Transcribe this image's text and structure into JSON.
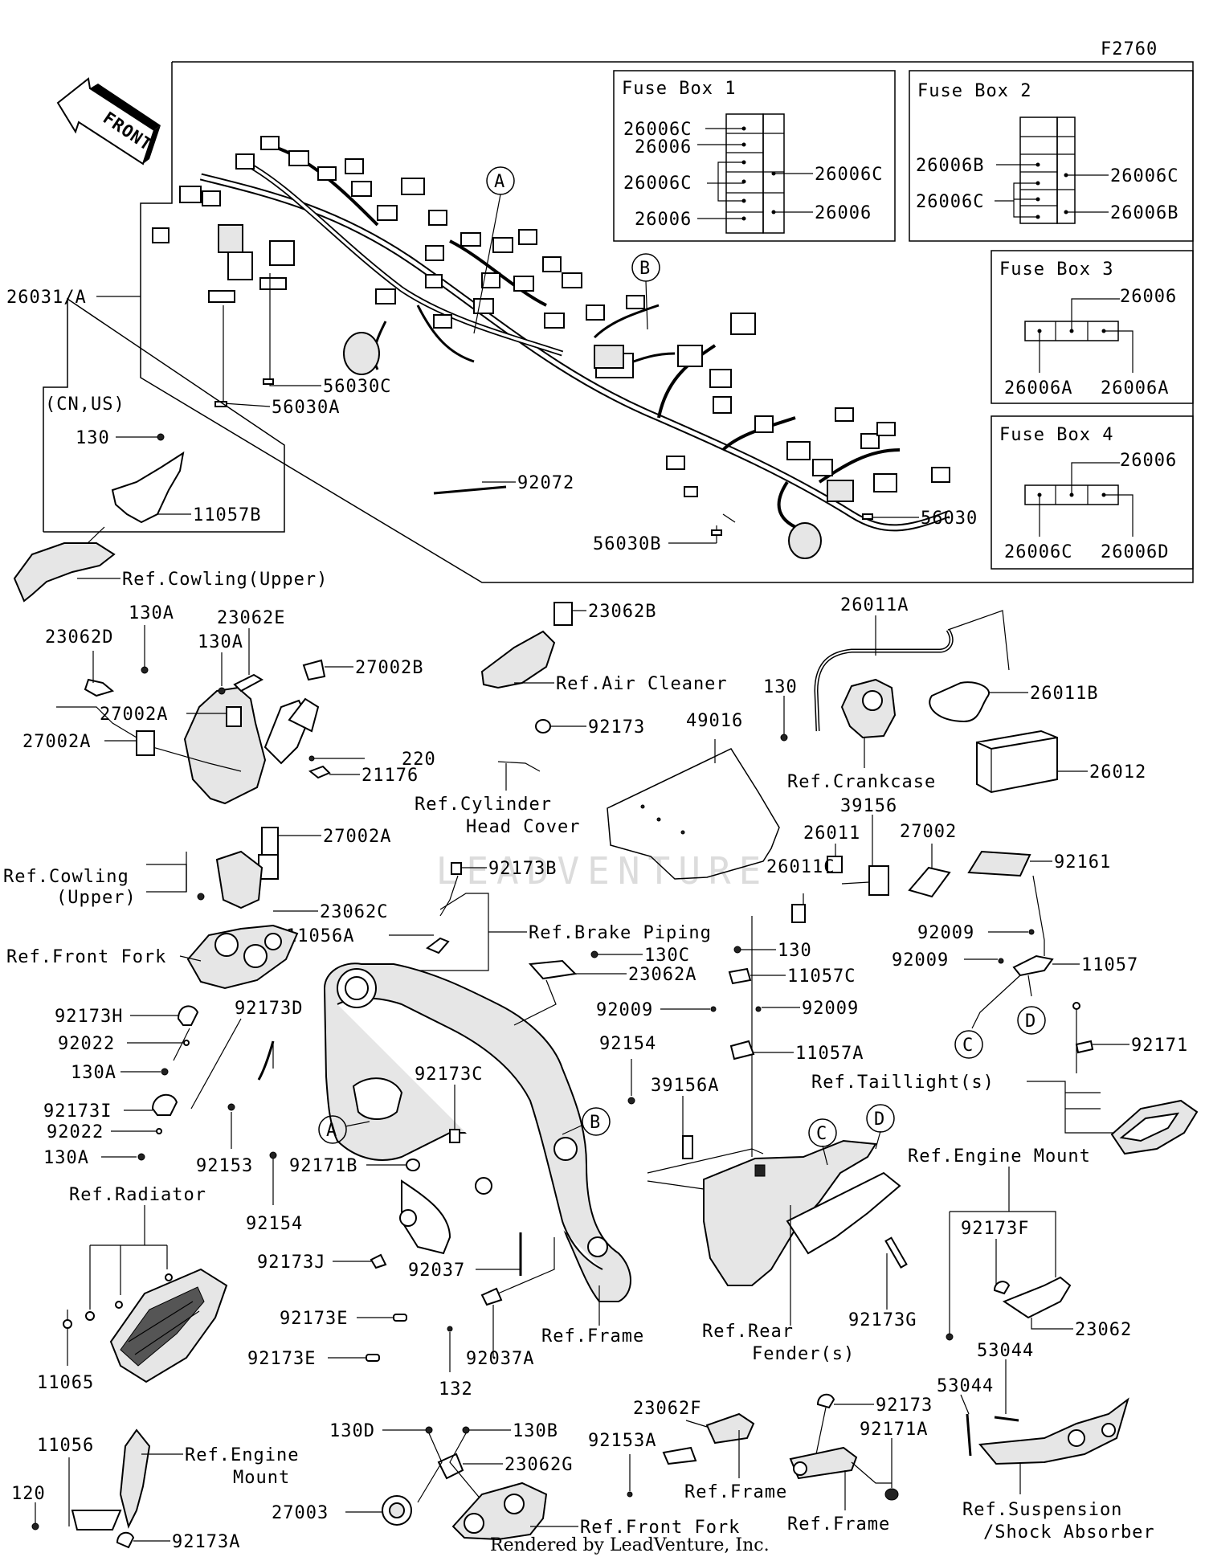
{
  "diagram_code": "F2760",
  "front_label": "FRONT",
  "region_label": "(CN,US)",
  "footer": "Rendered by LeadVenture, Inc.",
  "watermark": "LEADVENTURE",
  "fuse_boxes": {
    "box1": {
      "title": "Fuse Box 1",
      "labels": [
        "26006C",
        "26006",
        "26006C",
        "26006",
        "26006C",
        "26006"
      ]
    },
    "box2": {
      "title": "Fuse Box 2",
      "labels": [
        "26006B",
        "26006C",
        "26006C",
        "26006B"
      ]
    },
    "box3": {
      "title": "Fuse Box 3",
      "labels": [
        "26006",
        "26006A",
        "26006A"
      ]
    },
    "box4": {
      "title": "Fuse Box 4",
      "labels": [
        "26006",
        "26006C",
        "26006D"
      ]
    }
  },
  "callouts": {
    "p26031A": "26031/A",
    "p56030C": "56030C",
    "p56030A": "56030A",
    "p92072": "92072",
    "p56030B": "56030B",
    "p56030": "56030",
    "p130_cn": "130",
    "p11057B": "11057B",
    "ref_cowling_upper_1": "Ref.Cowling(Upper)",
    "p130A_1": "130A",
    "p23062D": "23062D",
    "p23062E": "23062E",
    "p130A_2": "130A",
    "p27002B": "27002B",
    "p27002A_1": "27002A",
    "p27002A_2": "27002A",
    "p220": "220",
    "p21176": "21176",
    "p27002A_3": "27002A",
    "ref_cowling_2a": "Ref.Cowling",
    "ref_cowling_2b": "(Upper)",
    "p23062C": "23062C",
    "p23062B": "23062B",
    "ref_air_cleaner": "Ref.Air Cleaner",
    "p92173": "92173",
    "ref_cyl_head_a": "Ref.Cylinder",
    "ref_cyl_head_b": "Head Cover",
    "p49016": "49016",
    "p26011A": "26011A",
    "p130_crank": "130",
    "p26011B": "26011B",
    "ref_crankcase": "Ref.Crankcase",
    "p26012": "26012",
    "p39156": "39156",
    "p26011": "26011",
    "p27002": "27002",
    "p26011C": "26011C",
    "p92161": "92161",
    "p92173B": "92173B",
    "ref_brake_piping": "Ref.Brake Piping",
    "p11056A": "11056A",
    "ref_front_fork_1": "Ref.Front Fork",
    "p130C": "130C",
    "p23062A": "23062A",
    "p130_mid": "130",
    "p11057C": "11057C",
    "p92009_a": "92009",
    "p92009_b": "92009",
    "p11057A": "11057A",
    "p92009_c": "92009",
    "p92009_d": "92009",
    "p11057": "11057",
    "p92173H": "92173H",
    "p92173D": "92173D",
    "p92022_1": "92022",
    "p130A_3": "130A",
    "p92173I": "92173I",
    "p92022_2": "92022",
    "p130A_4": "130A",
    "p92154_a": "92154",
    "p92173C": "92173C",
    "p39156A": "39156A",
    "p92171": "92171",
    "ref_taillight": "Ref.Taillight(s)",
    "p92153": "92153",
    "p92171B": "92171B",
    "p92154_b": "92154",
    "ref_radiator": "Ref.Radiator",
    "ref_engine_mount_1": "Ref.Engine Mount",
    "p92173F": "92173F",
    "p92173J": "92173J",
    "p92037": "92037",
    "p92173E_1": "92173E",
    "p92173E_2": "92173E",
    "p92037A": "92037A",
    "ref_frame_1": "Ref.Frame",
    "ref_rear_fender_a": "Ref.Rear",
    "ref_rear_fender_b": "Fender(s)",
    "p92173G": "92173G",
    "p23062": "23062",
    "p11065": "11065",
    "p132": "132",
    "p53044_a": "53044",
    "p53044_b": "53044",
    "p23062F": "23062F",
    "p92153A": "92153A",
    "ref_frame_2": "Ref.Frame",
    "p92173_b": "92173",
    "p92171A": "92171A",
    "p130D": "130D",
    "p130B": "130B",
    "p23062G": "23062G",
    "p11056": "11056",
    "p120": "120",
    "ref_engine_mount_2a": "Ref.Engine",
    "ref_engine_mount_2b": "Mount",
    "p27003": "27003",
    "p92173A": "92173A",
    "ref_front_fork_2": "Ref.Front Fork",
    "ref_frame_3": "Ref.Frame",
    "ref_suspension_a": "Ref.Suspension",
    "ref_suspension_b": "/Shock Absorber"
  },
  "circle_markers": {
    "a": "A",
    "b": "B",
    "c": "C",
    "d": "D"
  }
}
